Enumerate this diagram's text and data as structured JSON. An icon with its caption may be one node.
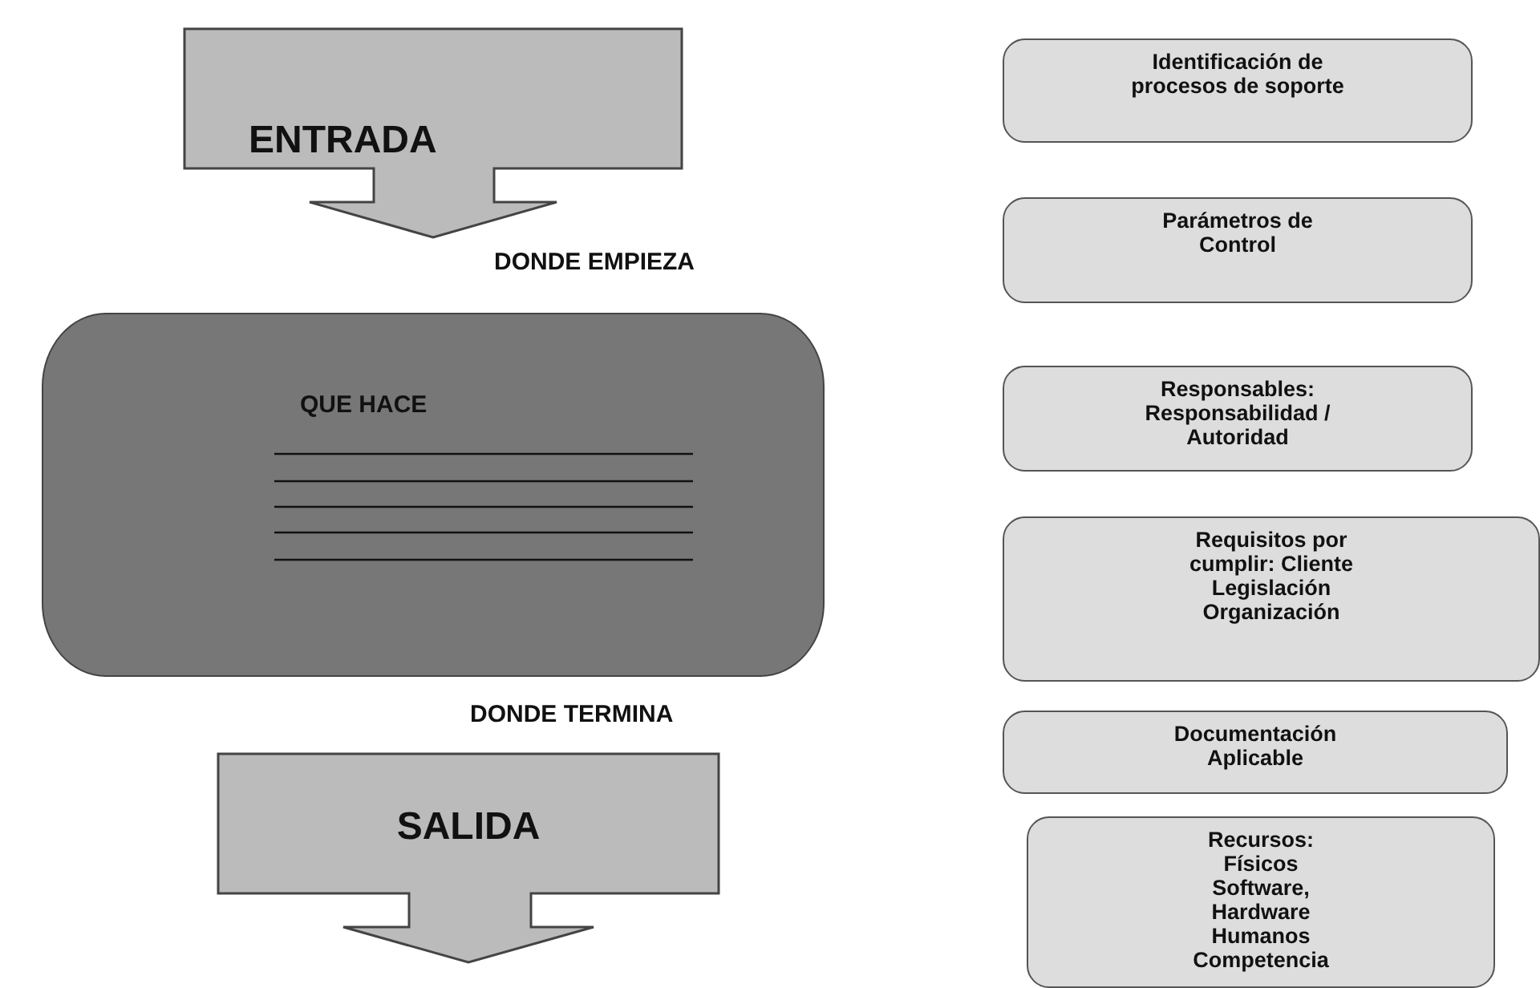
{
  "diagram": {
    "nodes": [
      {
        "text": [
          "ENTRADA"
        ]
      },
      {
        "text": [
          "QUE HACE"
        ]
      },
      {
        "text": [
          "SALIDA"
        ]
      },
      {
        "text": [
          "Identificación de procesos de soporte"
        ]
      },
      {
        "text": [
          "Parámetros de Control"
        ]
      },
      {
        "text": [
          "Responsables: Responsabilidad / Autoridad"
        ]
      },
      {
        "text": [
          "Requisitos por cumplir: Cliente Legislación Organización"
        ]
      },
      {
        "text": [
          "Documentación Aplicable"
        ]
      },
      {
        "text": [
          "Recursos: Físicos Software, Hardware Humanos Competencia"
        ]
      }
    ],
    "labels": [
      "DONDE EMPIEZA",
      "DONDE TERMINA"
    ]
  }
}
